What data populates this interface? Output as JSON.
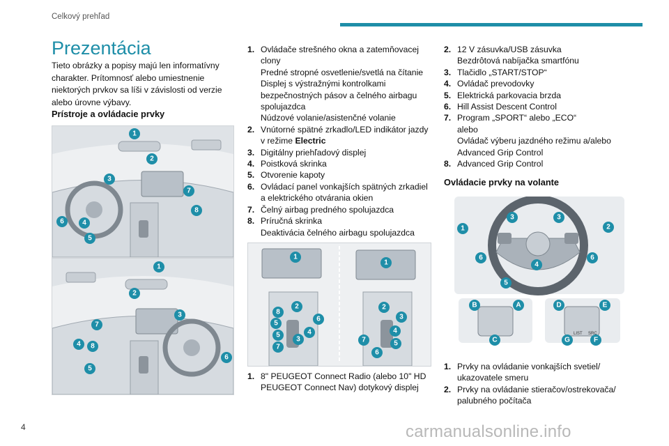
{
  "header": {
    "section": "Celkový prehľad"
  },
  "page": {
    "number": "4"
  },
  "watermark": "carmanualsonline.info",
  "title": "Prezentácia",
  "intro": "Tieto obrázky a popisy majú len informatívny charakter.  Prítomnosť alebo umiestnenie niektorých prvkov sa líši v závislosti od verzie alebo úrovne výbavy.",
  "section1": {
    "heading": "Prístroje a ovládacie prvky",
    "items": [
      {
        "num": "1.",
        "lines": [
          "Ovládače strešného okna a zatemňovacej clony",
          "Predné stropné osvetlenie/svetlá na čítanie",
          "Displej s výstražnými kontrolkami bezpečnostných pásov a čelného airbagu spolujazdca",
          "Núdzové volanie/asistenčné volanie"
        ]
      },
      {
        "num": "2.",
        "lines": [
          "Vnútorné spätné zrkadlo/LED indikátor jazdy v režime "
        ],
        "bold": "Electric"
      },
      {
        "num": "3.",
        "lines": [
          "Digitálny priehľadový displej"
        ]
      },
      {
        "num": "4.",
        "lines": [
          "Poistková skrinka"
        ]
      },
      {
        "num": "5.",
        "lines": [
          "Otvorenie kapoty"
        ]
      },
      {
        "num": "6.",
        "lines": [
          "Ovládací panel vonkajších spätných zrkadiel a elektrického otvárania okien"
        ]
      },
      {
        "num": "7.",
        "lines": [
          "Čelný airbag predného spolujazdca"
        ]
      },
      {
        "num": "8.",
        "lines": [
          "Príručná skrinka",
          "Deaktivácia čelného airbagu spolujazdca"
        ]
      }
    ]
  },
  "section2": {
    "items": [
      {
        "num": "1.",
        "lines": [
          "8\" PEUGEOT Connect Radio (alebo 10\" HD PEUGEOT Connect Nav) dotykový displej"
        ]
      },
      {
        "num": "2.",
        "lines": [
          "12 V zásuvka/USB zásuvka",
          "Bezdrôtová nabíjačka smartfónu"
        ]
      },
      {
        "num": "3.",
        "lines": [
          "Tlačidlo „START/STOP“"
        ]
      },
      {
        "num": "4.",
        "lines": [
          "Ovládač prevodovky"
        ]
      },
      {
        "num": "5.",
        "lines": [
          "Elektrická parkovacia brzda"
        ]
      },
      {
        "num": "6.",
        "lines": [
          "Hill Assist Descent Control"
        ]
      },
      {
        "num": "7.",
        "lines": [
          "Program „SPORT“ alebo „ECO“",
          "alebo",
          "Ovládač výberu jazdného režimu a/alebo Advanced Grip Control"
        ]
      },
      {
        "num": "8.",
        "lines": [
          "Advanced Grip Control"
        ]
      }
    ]
  },
  "section3": {
    "heading": "Ovládacie prvky na volante",
    "items": [
      {
        "num": "1.",
        "lines": [
          "Prvky na ovládanie vonkajších svetiel/ ukazovatele smeru"
        ]
      },
      {
        "num": "2.",
        "lines": [
          "Prvky na ovládanie stieračov/ostrekovača/ palubného počítača"
        ]
      }
    ]
  },
  "callouts": {
    "c1": "1",
    "c2": "2",
    "c3": "3",
    "c4": "4",
    "c5": "5",
    "c6": "6",
    "c7": "7",
    "c8": "8",
    "cA": "A",
    "cB": "B",
    "cC": "C",
    "cD": "D",
    "cE": "E",
    "cF": "F",
    "cG": "G"
  },
  "button_labels": {
    "list": "LIST",
    "src": "SRC"
  },
  "colors": {
    "accent": "#1e8ea8",
    "illustration_bg": "#e9ecef"
  }
}
